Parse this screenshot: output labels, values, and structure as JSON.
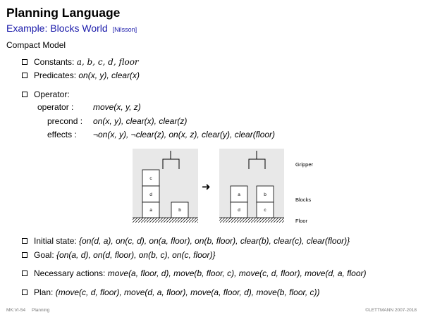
{
  "header": {
    "title": "Planning Language",
    "subtitle": "Example: Blocks World",
    "reference": "[Nilsson]"
  },
  "section_title": "Compact Model",
  "bullets": {
    "constants": {
      "label": "Constants:",
      "value": "a, b, c, d, floor"
    },
    "predicates": {
      "label": "Predicates:",
      "value": "on(x, y), clear(x)"
    },
    "operator": {
      "label": "Operator:"
    }
  },
  "operator": {
    "name_label": "operator :",
    "name_value": "move(x, y, z)",
    "precond_label": "precond :",
    "precond_value": "on(x, y), clear(x), clear(z)",
    "effects_label": "effects :",
    "effects_value": "¬on(x, y), ¬clear(z), on(x, z), clear(y), clear(floor)"
  },
  "diagram": {
    "labels": {
      "gripper": "Gripper",
      "blocks": "Blocks",
      "floor": "Floor"
    },
    "left_blocks": [
      "c",
      "d",
      "a",
      "b"
    ],
    "right_blocks": [
      "a",
      "d",
      "b",
      "c"
    ],
    "arrow": "➜"
  },
  "states": {
    "initial": {
      "label": "Initial state:",
      "value": "{on(d, a), on(c, d), on(a, floor), on(b, floor), clear(b), clear(c), clear(floor)}"
    },
    "goal": {
      "label": "Goal:",
      "value": "{on(a, d), on(d, floor), on(b, c), on(c, floor)}"
    },
    "actions": {
      "label": "Necessary actions:",
      "value": "move(a, floor, d), move(b, floor, c), move(c, d, floor), move(d, a, floor)"
    },
    "plan": {
      "label": "Plan:",
      "value": "(move(c, d, floor), move(d, a, floor), move(a, floor, d), move(b, floor, c))"
    }
  },
  "footer": {
    "left": "MK:VI-54",
    "section": "Planning",
    "right": "©LETTMANN 2007-2018"
  },
  "colors": {
    "subtitle": "#1a1aaa",
    "diagram_background": "#e8e8e8",
    "footer_text": "#777777"
  }
}
